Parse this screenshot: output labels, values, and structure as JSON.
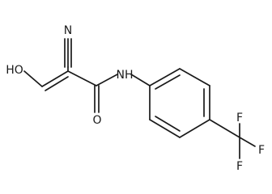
{
  "molecule": {
    "atoms": {
      "nitrile_n": "N",
      "hydroxy": "HO",
      "amide_nh": "NH",
      "carbonyl_o": "O",
      "fluorine_top": "F",
      "fluorine_right": "F",
      "fluorine_bottom": "F"
    },
    "colors": {
      "bond": "#1a1a1a",
      "label": "#1a1a1a",
      "background": "#ffffff"
    }
  }
}
